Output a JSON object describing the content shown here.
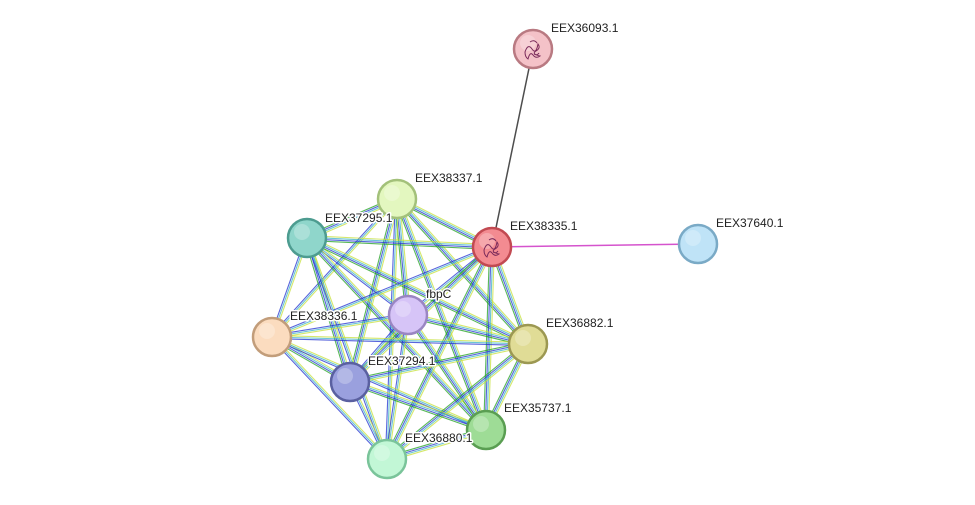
{
  "network": {
    "nodes": [
      {
        "id": "EEX36093.1",
        "label": "EEX36093.1",
        "fill": "#f4c2c8",
        "stroke": "#b97a82",
        "has_structure": true
      },
      {
        "id": "EEX38335.1",
        "label": "EEX38335.1",
        "fill": "#f38b91",
        "stroke": "#c24a52",
        "has_structure": true
      },
      {
        "id": "EEX37640.1",
        "label": "EEX37640.1",
        "fill": "#bfe3f7",
        "stroke": "#7aaac6",
        "has_structure": false
      },
      {
        "id": "EEX38337.1",
        "label": "EEX38337.1",
        "fill": "#e3f7bf",
        "stroke": "#a3c17a",
        "has_structure": false
      },
      {
        "id": "EEX37295.1",
        "label": "EEX37295.1",
        "fill": "#8fd6cb",
        "stroke": "#4d9c90",
        "has_structure": false
      },
      {
        "id": "fbpC",
        "label": "fbpC",
        "fill": "#d6c4f7",
        "stroke": "#9a86c2",
        "has_structure": false
      },
      {
        "id": "EEX38336.1",
        "label": "EEX38336.1",
        "fill": "#fbdcbf",
        "stroke": "#c29d7a",
        "has_structure": false
      },
      {
        "id": "EEX36882.1",
        "label": "EEX36882.1",
        "fill": "#e0dc96",
        "stroke": "#9c9852",
        "has_structure": false
      },
      {
        "id": "EEX37294.1",
        "label": "EEX37294.1",
        "fill": "#9aa0de",
        "stroke": "#5a60a0",
        "has_structure": false
      },
      {
        "id": "EEX35737.1",
        "label": "EEX35737.1",
        "fill": "#9edc96",
        "stroke": "#5a9e52",
        "has_structure": false
      },
      {
        "id": "EEX36880.1",
        "label": "EEX36880.1",
        "fill": "#c2f7d6",
        "stroke": "#7ac49a",
        "has_structure": false
      }
    ],
    "edge_colors": {
      "textmining": "#c6e03a",
      "coexpression": "#3a3a3a",
      "database": "#3ab0c8",
      "experimental": "#d040c8",
      "neighborhood": "#20a020",
      "cooccurrence": "#2030d0"
    },
    "edges": [
      {
        "source": "EEX36093.1",
        "target": "EEX38335.1",
        "evidence": [
          "coexpression"
        ]
      },
      {
        "source": "EEX38335.1",
        "target": "EEX37640.1",
        "evidence": [
          "experimental"
        ]
      },
      {
        "source": "EEX38337.1",
        "target": "EEX37295.1",
        "evidence": [
          "textmining",
          "database",
          "cooccurrence",
          "neighborhood"
        ]
      },
      {
        "source": "EEX38337.1",
        "target": "EEX38335.1",
        "evidence": [
          "textmining",
          "database",
          "cooccurrence",
          "neighborhood"
        ]
      },
      {
        "source": "EEX38337.1",
        "target": "fbpC",
        "evidence": [
          "textmining",
          "database",
          "cooccurrence",
          "neighborhood"
        ]
      },
      {
        "source": "EEX38337.1",
        "target": "EEX38336.1",
        "evidence": [
          "textmining",
          "database",
          "cooccurrence"
        ]
      },
      {
        "source": "EEX38337.1",
        "target": "EEX36882.1",
        "evidence": [
          "textmining",
          "database",
          "cooccurrence",
          "neighborhood"
        ]
      },
      {
        "source": "EEX38337.1",
        "target": "EEX37294.1",
        "evidence": [
          "textmining",
          "database",
          "cooccurrence",
          "neighborhood"
        ]
      },
      {
        "source": "EEX38337.1",
        "target": "EEX35737.1",
        "evidence": [
          "textmining",
          "database",
          "cooccurrence",
          "neighborhood"
        ]
      },
      {
        "source": "EEX38337.1",
        "target": "EEX36880.1",
        "evidence": [
          "textmining",
          "database",
          "cooccurrence"
        ]
      },
      {
        "source": "EEX37295.1",
        "target": "EEX38335.1",
        "evidence": [
          "textmining",
          "database",
          "cooccurrence",
          "neighborhood"
        ]
      },
      {
        "source": "EEX37295.1",
        "target": "fbpC",
        "evidence": [
          "textmining",
          "database",
          "cooccurrence"
        ]
      },
      {
        "source": "EEX37295.1",
        "target": "EEX38336.1",
        "evidence": [
          "textmining",
          "database",
          "cooccurrence"
        ]
      },
      {
        "source": "EEX37295.1",
        "target": "EEX36882.1",
        "evidence": [
          "textmining",
          "database",
          "cooccurrence",
          "neighborhood"
        ]
      },
      {
        "source": "EEX37295.1",
        "target": "EEX37294.1",
        "evidence": [
          "textmining",
          "database",
          "cooccurrence",
          "neighborhood"
        ]
      },
      {
        "source": "EEX37295.1",
        "target": "EEX35737.1",
        "evidence": [
          "textmining",
          "database",
          "cooccurrence",
          "neighborhood"
        ]
      },
      {
        "source": "EEX37295.1",
        "target": "EEX36880.1",
        "evidence": [
          "textmining",
          "database",
          "cooccurrence"
        ]
      },
      {
        "source": "EEX38335.1",
        "target": "fbpC",
        "evidence": [
          "textmining",
          "database",
          "cooccurrence"
        ]
      },
      {
        "source": "EEX38335.1",
        "target": "EEX38336.1",
        "evidence": [
          "textmining",
          "database",
          "cooccurrence"
        ]
      },
      {
        "source": "EEX38335.1",
        "target": "EEX36882.1",
        "evidence": [
          "textmining",
          "database",
          "cooccurrence",
          "neighborhood"
        ]
      },
      {
        "source": "EEX38335.1",
        "target": "EEX37294.1",
        "evidence": [
          "textmining",
          "database",
          "cooccurrence",
          "neighborhood"
        ]
      },
      {
        "source": "EEX38335.1",
        "target": "EEX35737.1",
        "evidence": [
          "textmining",
          "database",
          "cooccurrence",
          "neighborhood"
        ]
      },
      {
        "source": "EEX38335.1",
        "target": "EEX36880.1",
        "evidence": [
          "textmining",
          "database",
          "cooccurrence",
          "neighborhood"
        ]
      },
      {
        "source": "fbpC",
        "target": "EEX38336.1",
        "evidence": [
          "textmining",
          "database",
          "cooccurrence"
        ]
      },
      {
        "source": "fbpC",
        "target": "EEX36882.1",
        "evidence": [
          "textmining",
          "database",
          "cooccurrence",
          "neighborhood"
        ]
      },
      {
        "source": "fbpC",
        "target": "EEX37294.1",
        "evidence": [
          "textmining",
          "database",
          "cooccurrence"
        ]
      },
      {
        "source": "fbpC",
        "target": "EEX35737.1",
        "evidence": [
          "textmining",
          "database",
          "cooccurrence",
          "neighborhood"
        ]
      },
      {
        "source": "fbpC",
        "target": "EEX36880.1",
        "evidence": [
          "textmining",
          "database",
          "cooccurrence"
        ]
      },
      {
        "source": "EEX38336.1",
        "target": "EEX36882.1",
        "evidence": [
          "textmining",
          "database",
          "cooccurrence"
        ]
      },
      {
        "source": "EEX38336.1",
        "target": "EEX37294.1",
        "evidence": [
          "textmining",
          "database",
          "cooccurrence",
          "neighborhood"
        ]
      },
      {
        "source": "EEX38336.1",
        "target": "EEX35737.1",
        "evidence": [
          "textmining",
          "database",
          "cooccurrence"
        ]
      },
      {
        "source": "EEX38336.1",
        "target": "EEX36880.1",
        "evidence": [
          "textmining",
          "database",
          "cooccurrence"
        ]
      },
      {
        "source": "EEX36882.1",
        "target": "EEX37294.1",
        "evidence": [
          "textmining",
          "database",
          "cooccurrence",
          "neighborhood"
        ]
      },
      {
        "source": "EEX36882.1",
        "target": "EEX35737.1",
        "evidence": [
          "textmining",
          "database",
          "cooccurrence",
          "neighborhood"
        ]
      },
      {
        "source": "EEX36882.1",
        "target": "EEX36880.1",
        "evidence": [
          "textmining",
          "database",
          "cooccurrence",
          "neighborhood"
        ]
      },
      {
        "source": "EEX37294.1",
        "target": "EEX35737.1",
        "evidence": [
          "textmining",
          "database",
          "cooccurrence",
          "neighborhood"
        ]
      },
      {
        "source": "EEX37294.1",
        "target": "EEX36880.1",
        "evidence": [
          "textmining",
          "database",
          "cooccurrence"
        ]
      },
      {
        "source": "EEX35737.1",
        "target": "EEX36880.1",
        "evidence": [
          "textmining",
          "database",
          "cooccurrence",
          "neighborhood"
        ]
      }
    ]
  }
}
